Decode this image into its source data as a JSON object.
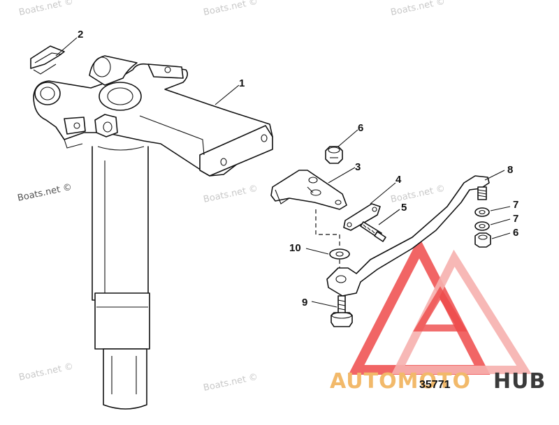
{
  "watermark_text": "Boats.net ©",
  "diagram_number": "35771",
  "brand": {
    "part1": "AUTOMOTO",
    "part2": "HUB"
  },
  "callouts": [
    "1",
    "2",
    "3",
    "4",
    "5",
    "6",
    "7",
    "7",
    "6",
    "8",
    "9",
    "10"
  ],
  "colors": {
    "line": "#111111",
    "watermark": "#c9c9c9",
    "logo_red": "#ee4a4a",
    "logo_pink": "#f6b0ae",
    "brand_orange": "#f2b96a",
    "brand_dark": "#3a3a3a"
  }
}
